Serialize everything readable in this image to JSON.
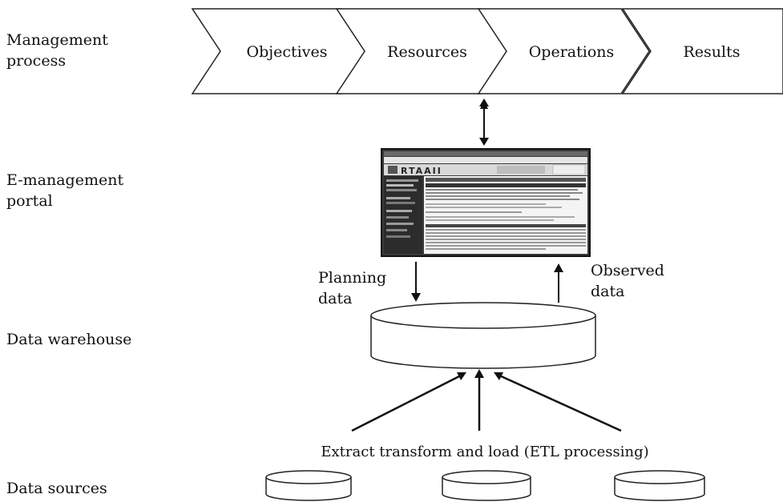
{
  "layers": {
    "management_process": [
      "Management",
      "process"
    ],
    "e_management_portal": [
      "E-management",
      "portal"
    ],
    "data_warehouse": "Data warehouse",
    "data_sources": "Data sources"
  },
  "process_stages": [
    "Objectives",
    "Resources",
    "Operations",
    "Results"
  ],
  "flows": {
    "planning_data": [
      "Planning",
      "data"
    ],
    "observed_data": [
      "Observed",
      "data"
    ]
  },
  "etl_label": "Extract transform and load (ETL processing)",
  "portal_screenshot": {
    "brand_text": "RTAAII"
  }
}
